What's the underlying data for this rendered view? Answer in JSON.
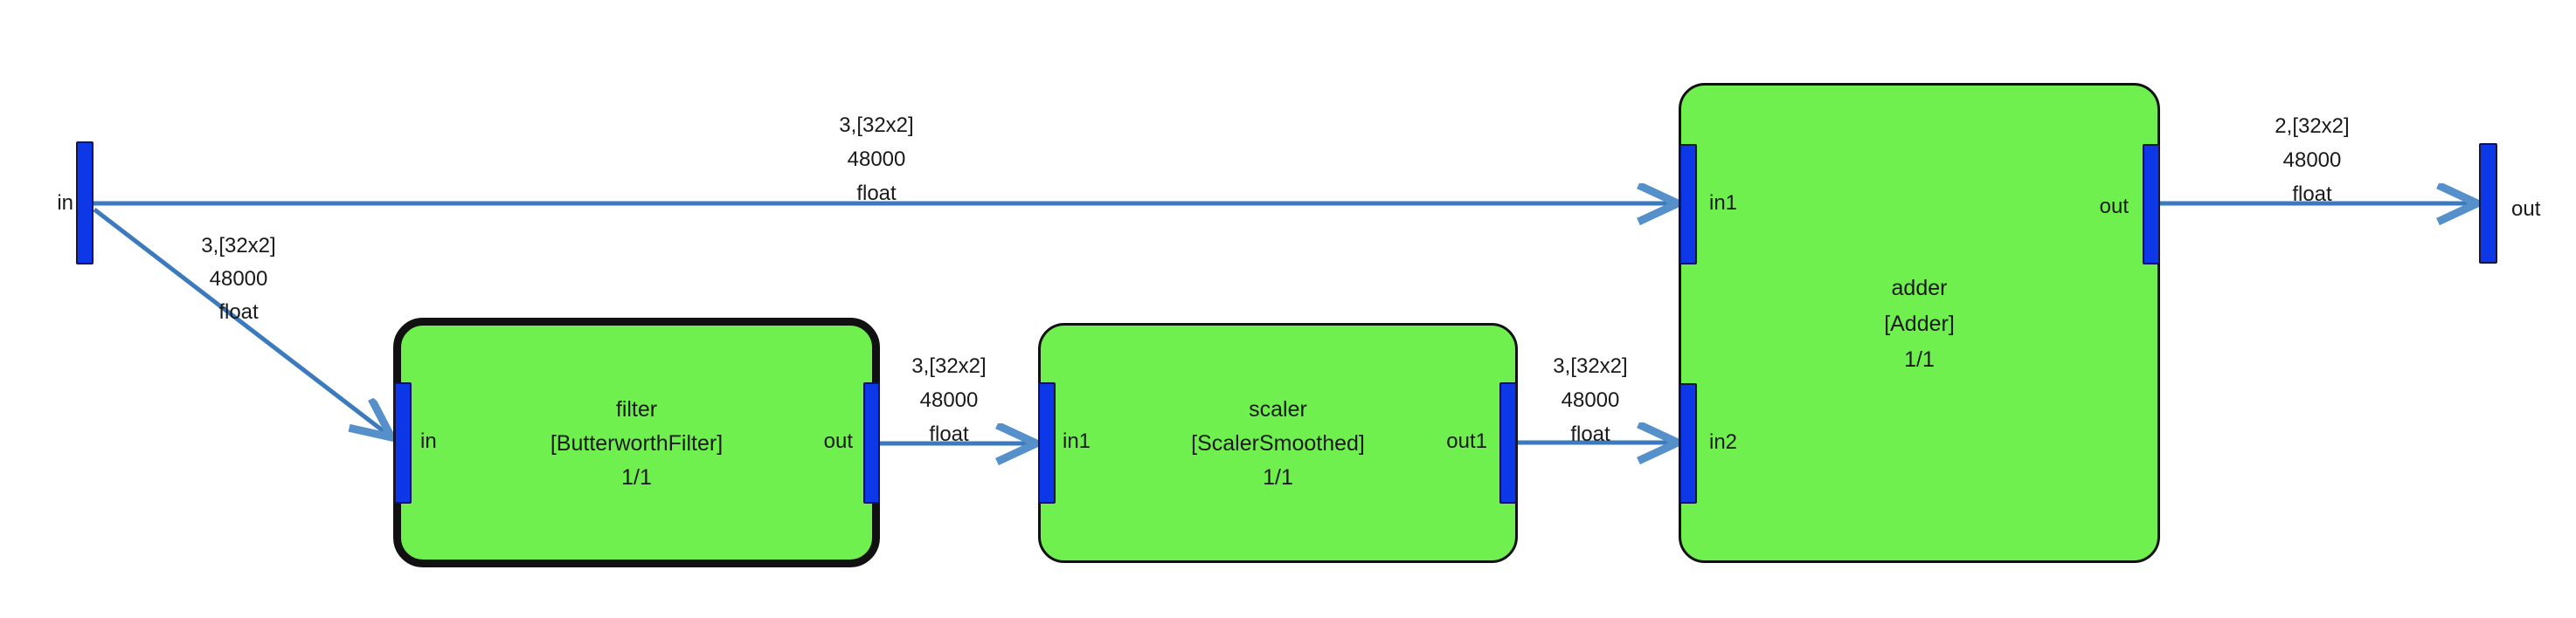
{
  "diagram": {
    "background_color": "#ffffff",
    "colors": {
      "node_fill": "#6ff04f",
      "node_border": "#111111",
      "port_fill": "#0d38e8",
      "edge_line": "#3b7bbd",
      "arrowhead": "#5590cb",
      "text": "#1a1a1a"
    },
    "io": {
      "input": {
        "label": "in"
      },
      "output": {
        "label": "out"
      }
    },
    "nodes": [
      {
        "id": "filter",
        "title": "filter",
        "type": "[ButterworthFilter]",
        "ratio": "1/1",
        "port_in": "in",
        "port_out": "out"
      },
      {
        "id": "scaler",
        "title": "scaler",
        "type": "[ScalerSmoothed]",
        "ratio": "1/1",
        "port_in": "in1",
        "port_out": "out1"
      },
      {
        "id": "adder",
        "title": "adder",
        "type": "[Adder]",
        "ratio": "1/1",
        "port_in1": "in1",
        "port_in2": "in2",
        "port_out": "out"
      }
    ],
    "edges": [
      {
        "from": "in",
        "to": "adder.in1",
        "label_lines": [
          "3,[32x2]",
          "48000",
          "float"
        ]
      },
      {
        "from": "in",
        "to": "filter.in",
        "label_lines": [
          "3,[32x2]",
          "48000",
          "float"
        ]
      },
      {
        "from": "filter.out",
        "to": "scaler.in1",
        "label_lines": [
          "3,[32x2]",
          "48000",
          "float"
        ]
      },
      {
        "from": "scaler.out1",
        "to": "adder.in2",
        "label_lines": [
          "3,[32x2]",
          "48000",
          "float"
        ]
      },
      {
        "from": "adder.out",
        "to": "out",
        "label_lines": [
          "2,[32x2]",
          "48000",
          "float"
        ]
      }
    ]
  }
}
